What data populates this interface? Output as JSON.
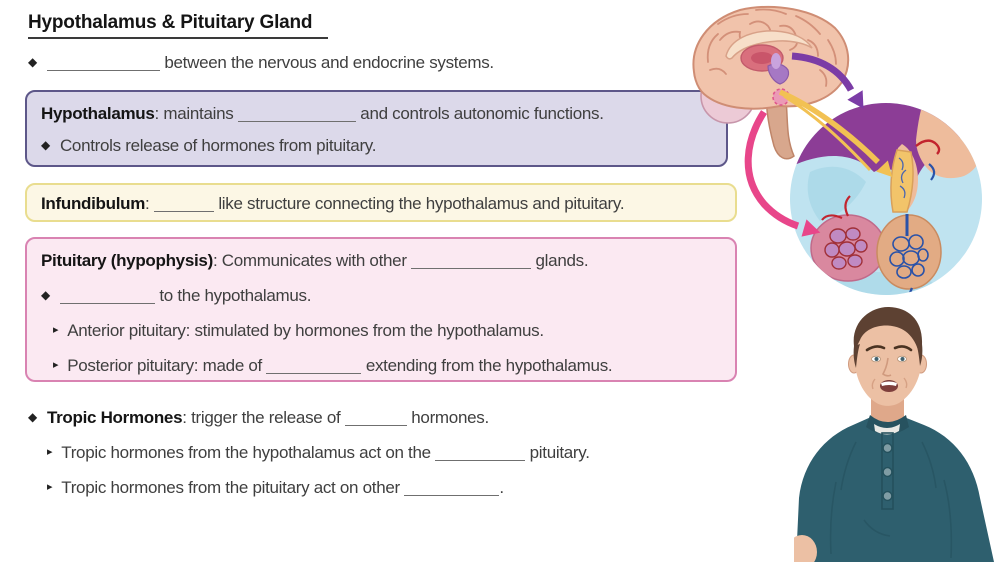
{
  "title": "Hypothalamus & Pituitary Gland",
  "intro": {
    "marker": "◆",
    "segments": [
      {
        "blank": 113
      },
      {
        "text": " between the nervous and endocrine systems."
      }
    ]
  },
  "hypothalamus_box": {
    "heading_line": {
      "segments": [
        {
          "text": "Hypothalamus",
          "bold": true
        },
        {
          "text": ": maintains "
        },
        {
          "blank": 118
        },
        {
          "text": " and controls autonomic functions."
        }
      ]
    },
    "bullet_line": {
      "marker": "◆",
      "segments": [
        {
          "text": "Controls release of hormones from pituitary."
        }
      ]
    }
  },
  "infundibulum_box": {
    "heading_line": {
      "segments": [
        {
          "text": "Infundibulum",
          "bold": true
        },
        {
          "text": ": "
        },
        {
          "blank": 60
        },
        {
          "text": " like structure connecting the hypothalamus and pituitary."
        }
      ]
    }
  },
  "pituitary_box": {
    "heading_line": {
      "segments": [
        {
          "text": "Pituitary (hypophysis)",
          "bold": true
        },
        {
          "text": ": Communicates with other "
        },
        {
          "blank": 120
        },
        {
          "text": " glands."
        }
      ]
    },
    "bullet_line": {
      "marker": "◆",
      "segments": [
        {
          "blank": 95
        },
        {
          "text": " to the hypothalamus."
        }
      ]
    },
    "sub_lines": [
      {
        "marker": "▸",
        "segments": [
          {
            "text": "Anterior pituitary: stimulated by hormones from the hypothalamus."
          }
        ]
      },
      {
        "marker": "▸",
        "segments": [
          {
            "text": "Posterior pituitary: made of "
          },
          {
            "blank": 95
          },
          {
            "text": " extending from the hypothalamus."
          }
        ]
      }
    ]
  },
  "tropic_section": {
    "heading_line": {
      "marker": "◆",
      "segments": [
        {
          "text": "Tropic Hormones",
          "bold": true
        },
        {
          "text": ": trigger the release of "
        },
        {
          "blank": 62
        },
        {
          "text": " hormones."
        }
      ]
    },
    "sub_lines": [
      {
        "marker": "▸",
        "segments": [
          {
            "text": "Tropic hormones from the hypothalamus act on the "
          },
          {
            "blank": 90
          },
          {
            "text": " pituitary."
          }
        ]
      },
      {
        "marker": "▸",
        "segments": [
          {
            "text": "Tropic hormones from the pituitary act on other "
          },
          {
            "blank": 95
          },
          {
            "text": "."
          }
        ]
      }
    ]
  },
  "illustration": {
    "label": "brain-sagittal-with-pituitary-inset",
    "icons": [
      "brain-icon",
      "pituitary-inset-circle",
      "purple-arrow-icon",
      "pink-arrow-icon",
      "yellow-arrow-icon"
    ]
  },
  "instructor": {
    "label": "instructor-webcam-overlay"
  },
  "colors": {
    "text": "#3f3f3f",
    "text_strong": "#151515",
    "blank_line": "#6f6f6f",
    "title_underline": "#3a3a3a",
    "purple_box_fill": "#dcd9ea",
    "purple_box_border": "#5d5789",
    "yellow_box_fill": "#fcf7e5",
    "yellow_box_border": "#e9dd8f",
    "pink_box_fill": "#fbe9f2",
    "pink_box_border": "#d983b2",
    "arrow_purple": "#7b3ca6",
    "arrow_pink": "#e8468a",
    "arrow_yellow": "#f2c153",
    "inset_circle": "#bfe3f0",
    "inset_purple": "#8c3d96",
    "inset_tan": "#eebc9c",
    "anterior_lobe": "#d9889f",
    "posterior_lobe": "#e2ab84",
    "cortex": "#f1c3ab",
    "shirt_teal": "#2e5f6e",
    "skin": "#ecc0a4"
  }
}
